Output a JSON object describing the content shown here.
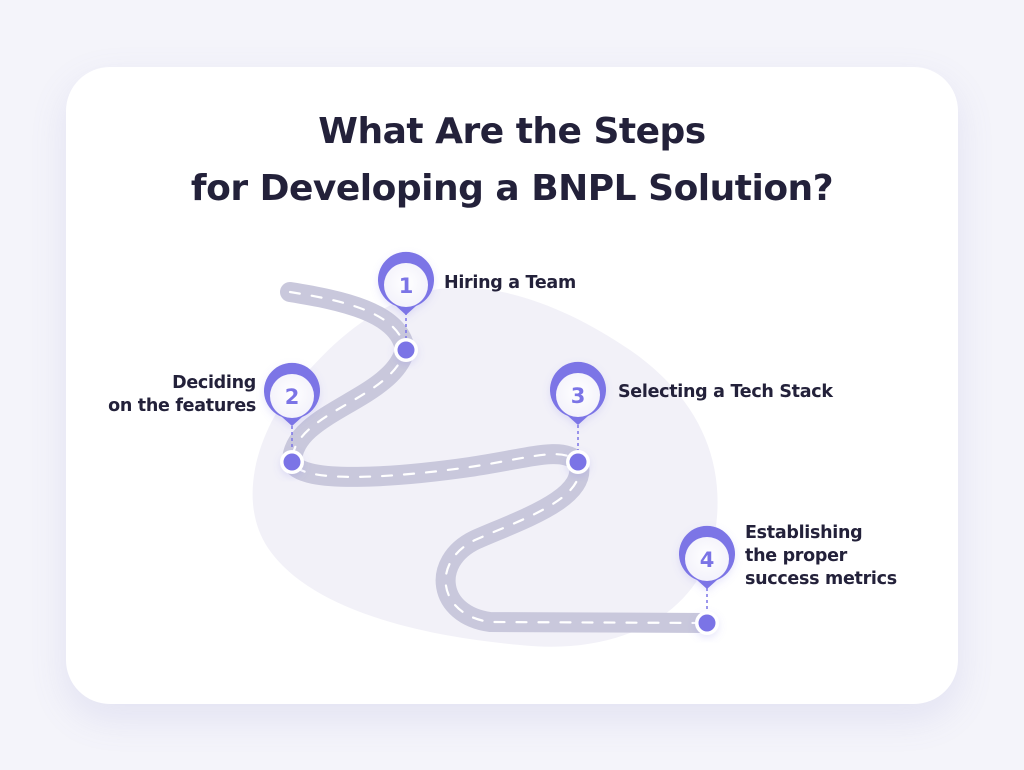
{
  "title": {
    "line1": "What Are the Steps",
    "line2": "for Developing a BNPL Solution?"
  },
  "colors": {
    "accent": "#7b74e6",
    "road": "#c9c8dc",
    "blob": "#f2f1f8",
    "text": "#23213a"
  },
  "steps": [
    {
      "number": "1",
      "lines": [
        "Hiring a Team"
      ]
    },
    {
      "number": "2",
      "lines": [
        "Deciding",
        "on the features"
      ]
    },
    {
      "number": "3",
      "lines": [
        "Selecting a Tech Stack"
      ]
    },
    {
      "number": "4",
      "lines": [
        "Establishing",
        "the proper",
        "success metrics"
      ]
    }
  ]
}
